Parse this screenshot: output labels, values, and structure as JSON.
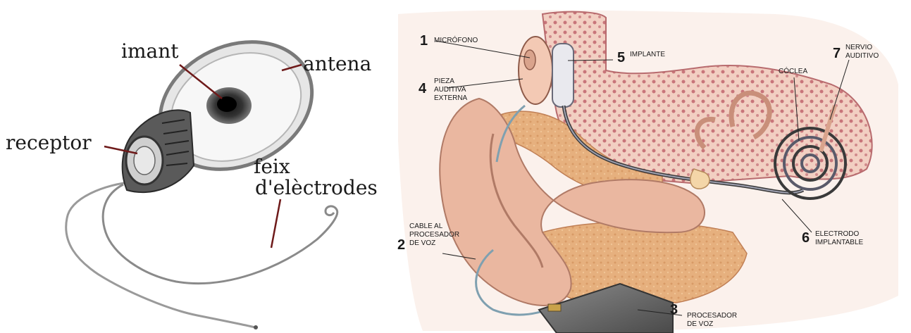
{
  "device": {
    "labels": {
      "imant": "imant",
      "antena": "antena",
      "receptor": "receptor",
      "feix_line1": "feix",
      "feix_line2": "d'elèctrodes"
    }
  },
  "ear": {
    "items": [
      {
        "num": "1",
        "lines": [
          "MICRÓFONO"
        ]
      },
      {
        "num": "2",
        "lines": [
          "CABLE AL",
          "PROCESADOR",
          "DE VOZ"
        ]
      },
      {
        "num": "3",
        "lines": [
          "PROCESADOR",
          "DE VOZ"
        ]
      },
      {
        "num": "4",
        "lines": [
          "PIEZA",
          "AUDITIVA",
          "EXTERNA"
        ]
      },
      {
        "num": "5",
        "lines": [
          "IMPLANTE"
        ]
      },
      {
        "num": "6",
        "lines": [
          "ELECTRODO",
          "IMPLANTABLE"
        ]
      },
      {
        "num": "7",
        "lines": [
          "NERVIO",
          "AUDITIVO"
        ]
      }
    ],
    "coclea_label": "CÓCLEA"
  },
  "colors": {
    "skin": "#e9b9a3",
    "skin_dark": "#c98f7a",
    "bone": "#f0c6b8",
    "tissue": "#e3a979",
    "cochlea_line": "#3a3a3a",
    "label": "#1a1a1a"
  }
}
